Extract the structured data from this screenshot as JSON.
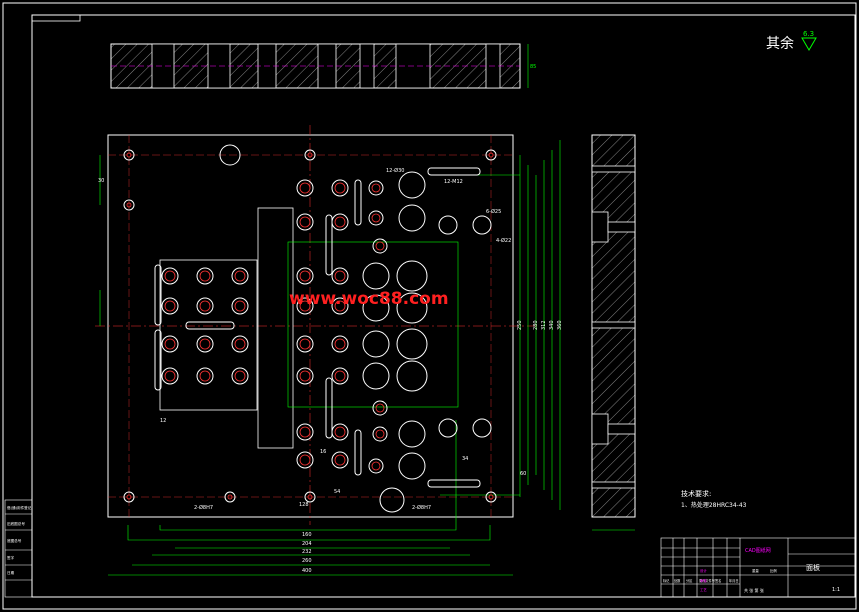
{
  "title_block": {
    "company": "CAD图纸网",
    "drawing_title": "面板",
    "scale": "1:1",
    "sheet": "共  张  第  张",
    "header_cells": [
      "标记",
      "处数",
      "分区",
      "更改文件号",
      "签名",
      "年月日"
    ],
    "rows": [
      "设计",
      "审核",
      "工艺",
      "标准化",
      "批准"
    ],
    "weight_label": "重量",
    "scale_label": "比例"
  },
  "roughness_note": {
    "text": "其余",
    "value": "6.3"
  },
  "tech_requirements": {
    "heading": "技术要求:",
    "item1": "1、热处理28HRC34-43"
  },
  "watermark": "www.woc88.com",
  "left_margin_labels": [
    "借(通)用件登记",
    "旧底图总号",
    "底图总号",
    "签字",
    "日期"
  ],
  "bottom_dims": [
    "128",
    "160",
    "204",
    "232",
    "260",
    "400"
  ],
  "right_dims": [
    "250",
    "280",
    "312",
    "340",
    "360"
  ],
  "hole_notes": {
    "n1": "12-Ø30",
    "n2": "12-M12",
    "n3": "6-Ø25",
    "n4": "4-Ø22",
    "n5": "2-Ø8H7",
    "n6": "2-Ø8H7"
  },
  "dims_misc": {
    "d1": "30",
    "d2": "12",
    "d3": "60",
    "d4": "34",
    "d5": "54",
    "d6": "16",
    "d7": "85"
  }
}
